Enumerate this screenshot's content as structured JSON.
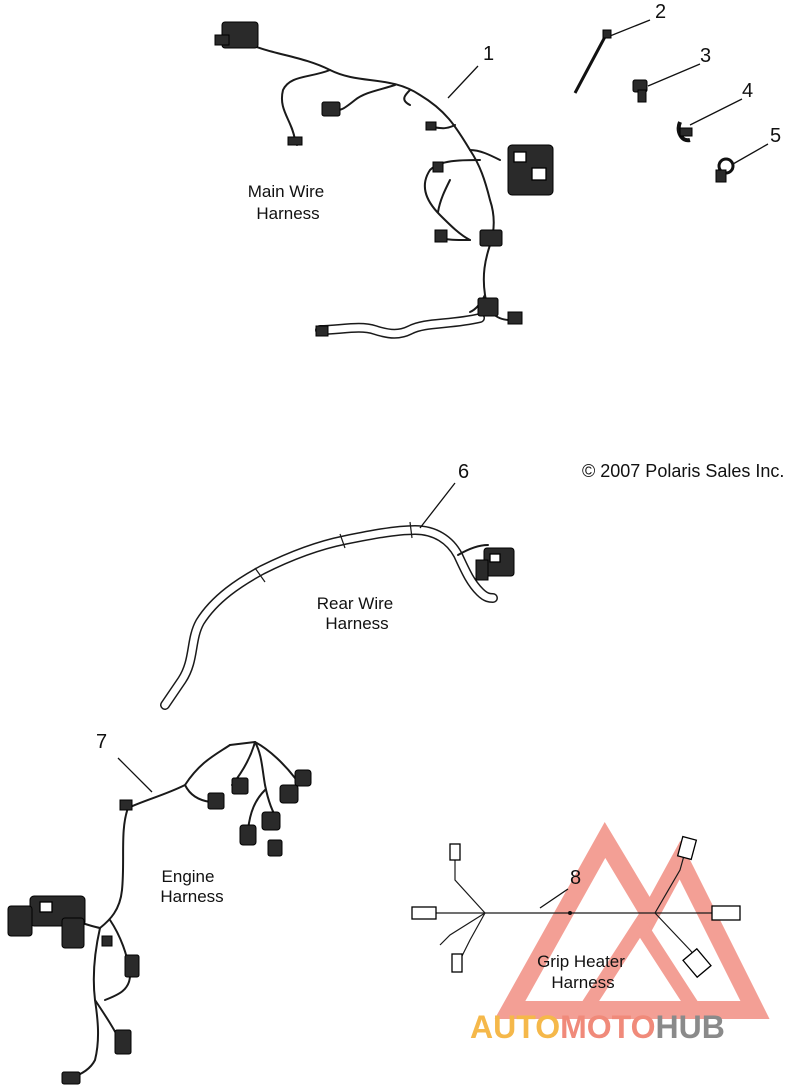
{
  "callouts": [
    {
      "num": "1",
      "label": ""
    },
    {
      "num": "2",
      "label": ""
    },
    {
      "num": "3",
      "label": ""
    },
    {
      "num": "4",
      "label": ""
    },
    {
      "num": "5",
      "label": ""
    },
    {
      "num": "6",
      "label": ""
    },
    {
      "num": "7",
      "label": ""
    },
    {
      "num": "8",
      "label": ""
    }
  ],
  "labels": {
    "main_line1": "Main Wire",
    "main_line2": "Harness",
    "rear_line1": "Rear Wire",
    "rear_line2": "Harness",
    "engine_line1": "Engine",
    "engine_line2": "Harness",
    "grip_line1": "Grip Heater",
    "grip_line2": "Harness"
  },
  "copyright": "© 2007 Polaris Sales Inc.",
  "watermark": {
    "part1": "AUTO",
    "part2": "MOTO",
    "part3": "HUB",
    "color_primary": "#f08a7a",
    "color_secondary": "#f5b84a",
    "color_dark": "#8a8a8a"
  }
}
